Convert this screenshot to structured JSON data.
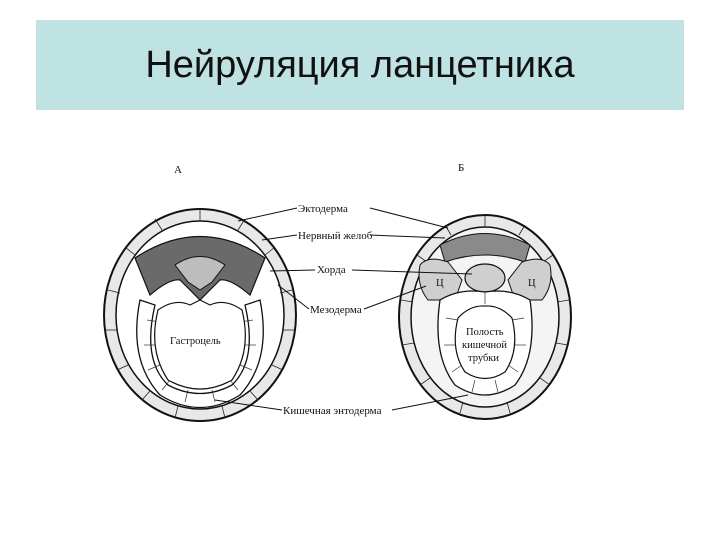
{
  "slide": {
    "title": "Нейруляция ланцетника"
  },
  "figure": {
    "panel_a": "А",
    "panel_b": "Б",
    "labels": {
      "ectoderm": "Эктодерма",
      "neural_groove": "Нервный желоб",
      "chorda": "Хорда",
      "mesoderm": "Мезодерма",
      "gut_endoderm": "Кишечная энтодерма"
    },
    "inner_a": "Гастроцель",
    "inner_b": [
      "Полость",
      "кишечной",
      "трубки"
    ],
    "somite_mark": "Ц"
  }
}
